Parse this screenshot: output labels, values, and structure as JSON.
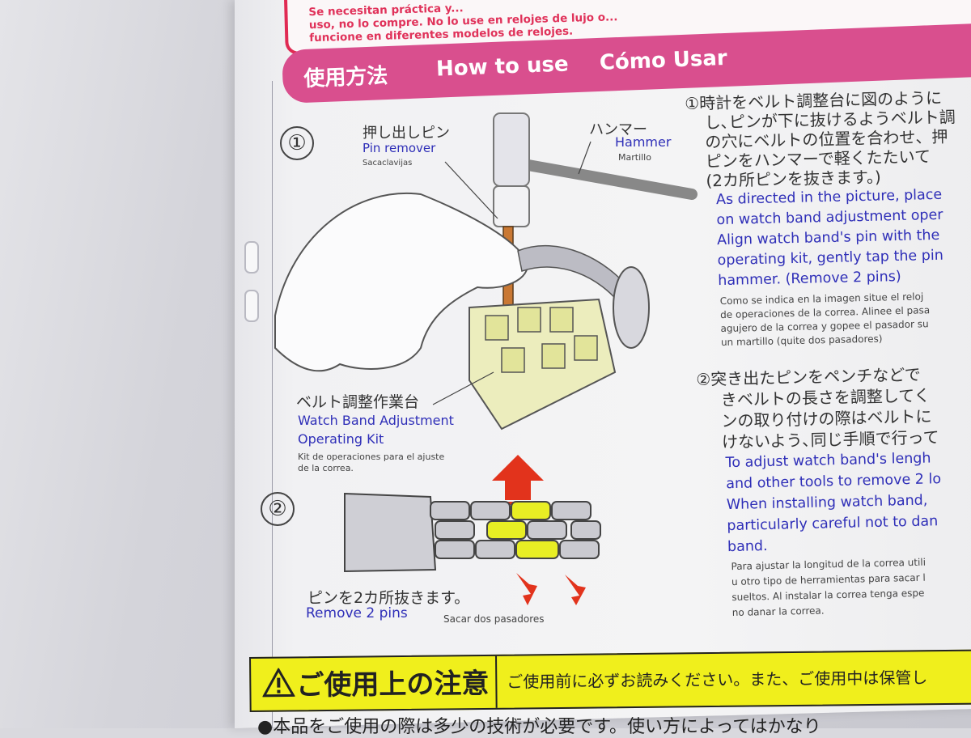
{
  "warning": {
    "line1": "Se necesitan práctica y...",
    "line2": "uso, no lo compre. No lo use en relojes de lujo o...",
    "line3": "funcione en diferentes modelos de relojes."
  },
  "banner": {
    "jp": "使用方法",
    "en": "How to use",
    "es": "Cómo Usar"
  },
  "step1": {
    "number": "①",
    "pin_remover": {
      "jp": "押し出しピン",
      "en": "Pin remover",
      "es": "Sacaclavijas"
    },
    "hammer": {
      "jp": "ハンマー",
      "en": "Hammer",
      "es": "Martillo"
    },
    "kit": {
      "jp": "ベルト調整作業台",
      "en1": "Watch Band Adjustment",
      "en2": "Operating Kit",
      "es1": "Kit de operaciones para el ajuste",
      "es2": "de la correa."
    }
  },
  "step2": {
    "number": "②",
    "jp": "ピンを2カ所抜きます。",
    "en": "Remove 2 pins",
    "es": "Sacar dos pasadores"
  },
  "instructions1": {
    "jp": [
      "①時計をベルト調整台に図のように",
      "し､ピンが下に抜けるようベルト調",
      "の穴にベルトの位置を合わせ、押",
      "ピンをハンマーで軽くたたいて",
      "(2カ所ピンを抜きます。)"
    ],
    "en": [
      "As directed in the picture, place",
      "on watch band adjustment oper",
      "Align watch band's pin with the",
      "operating kit, gently tap the pin",
      "hammer. (Remove 2 pins)"
    ],
    "es": [
      "Como se indica en la imagen situe el reloj",
      "de operaciones de la correa. Alinee el pasa",
      "agujero de la correa y gopee el pasador su",
      "un martillo (quite dos pasadores)"
    ]
  },
  "instructions2": {
    "jp": [
      "②突き出たピンをペンチなどで",
      "きベルトの長さを調整してく",
      "ンの取り付けの際はベルトに",
      "けないよう､同じ手順で行って"
    ],
    "en": [
      "To adjust watch band's lengh",
      "and other tools to remove 2 lo",
      "When installing watch band,",
      "particularly careful not to dan",
      "band."
    ],
    "es": [
      "Para ajustar la longitud de la correa utili",
      "u otro tipo de herramientas para sacar l",
      "sueltos. Al instalar la correa tenga espe",
      "no danar la correa."
    ]
  },
  "caution": {
    "title": "ご使用上の注意",
    "note": "ご使用前に必ずお読みください。また、ご使用中は保管し"
  },
  "bottom": "●本品をご使用の際は多少の技術が必要です。使い方によってはかなり"
}
